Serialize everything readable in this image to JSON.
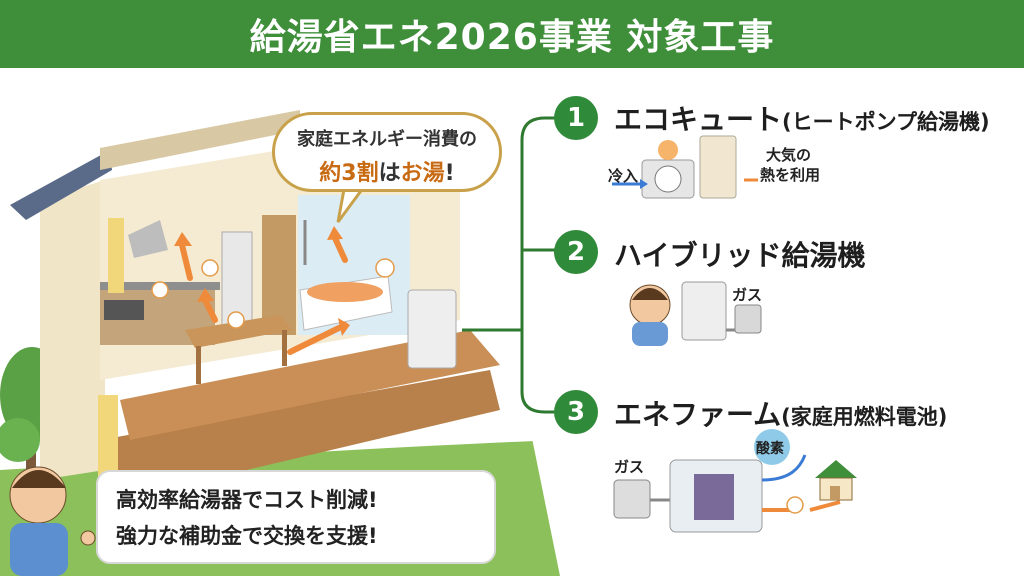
{
  "header": {
    "title": "給湯省エネ2026事業 対象工事"
  },
  "bubble": {
    "line1": "家庭エネルギー消費の",
    "line2_a": "約3割",
    "line2_b": "は",
    "line2_c": "お湯",
    "line2_d": "!"
  },
  "note": {
    "line1": "高効率給湯器でコスト削減!",
    "line2": "強力な補助金で交換を支援!"
  },
  "items": [
    {
      "number": "1",
      "title": "エコキュート",
      "subtitle": "(ヒートポンプ給湯機)",
      "label_in": "冷入",
      "label_heat_1": "大気の",
      "label_heat_2": "熱を利用"
    },
    {
      "number": "2",
      "title": "ハイブリッド給湯機",
      "label_gas": "ガス"
    },
    {
      "number": "3",
      "title": "エネファーム",
      "subtitle": "(家庭用燃料電池)",
      "label_gas": "ガス",
      "label_oxygen": "酸素"
    }
  ],
  "colors": {
    "header": "#3e8e3a",
    "number": "#2f8a3a",
    "accent": "#c76a12",
    "connector": "#2f7a30"
  }
}
